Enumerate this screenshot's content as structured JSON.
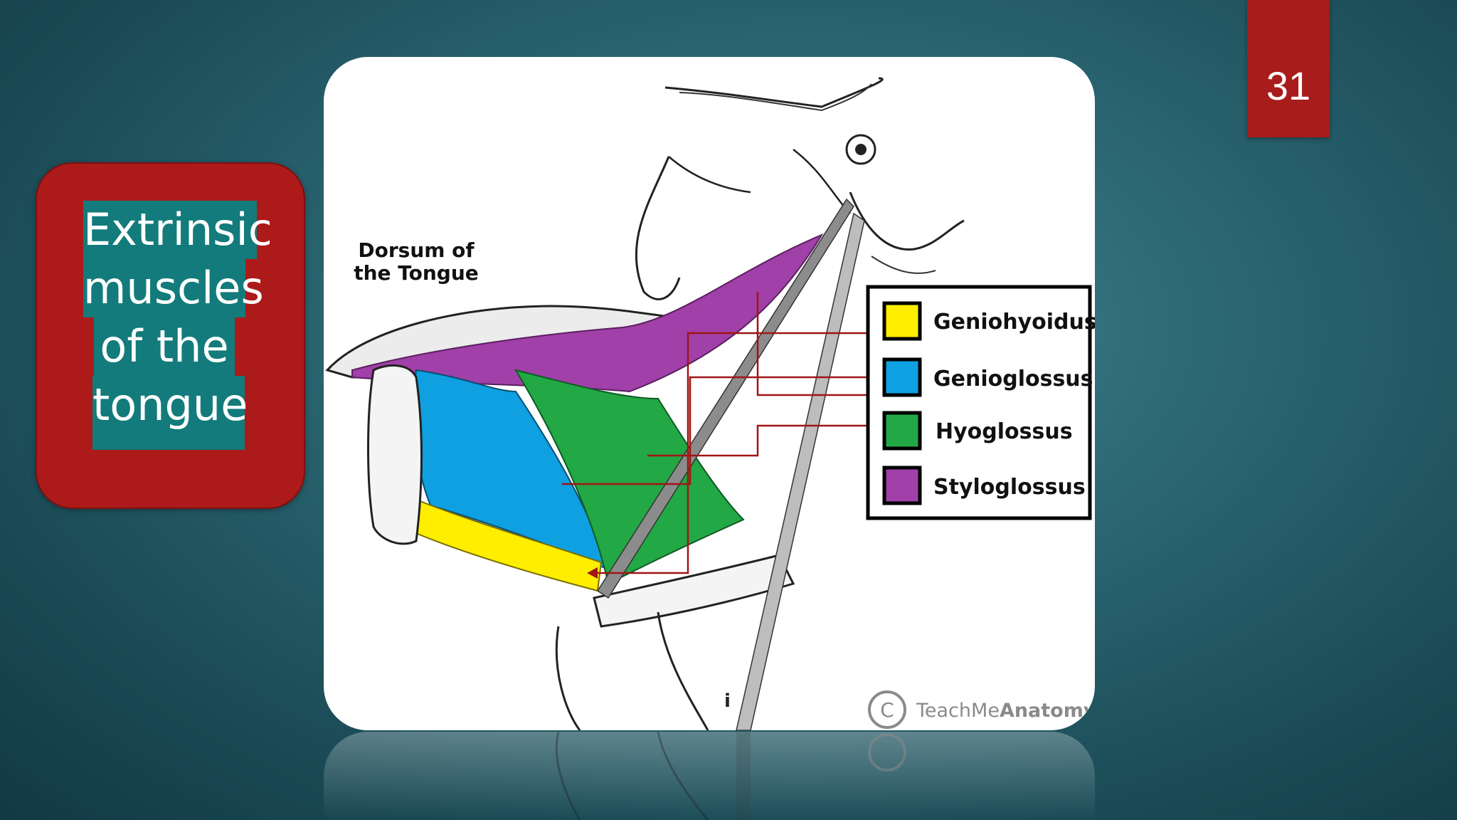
{
  "slide": {
    "number": "31"
  },
  "title": {
    "lines": [
      "Extrinsic",
      "muscles",
      "of the",
      "tongue"
    ]
  },
  "diagram": {
    "label_dorsum": [
      "Dorsum of",
      "the Tongue"
    ],
    "legend": [
      {
        "label": "Geniohyoidus",
        "color": "#ffee00"
      },
      {
        "label": "Genioglossus",
        "color": "#0ea0e0"
      },
      {
        "label": "Hyoglossus",
        "color": "#22a845"
      },
      {
        "label": "Styloglossus",
        "color": "#a040a8"
      }
    ],
    "watermark": {
      "symbol": "C",
      "prefix": "TeachMe",
      "suffix": "Anatomy"
    },
    "annotation_mark": "i"
  },
  "colors": {
    "title_box": "#ac1a1a",
    "title_highlight": "#137b7b",
    "number_box": "#a81c1c",
    "pointer": "#a01515"
  }
}
